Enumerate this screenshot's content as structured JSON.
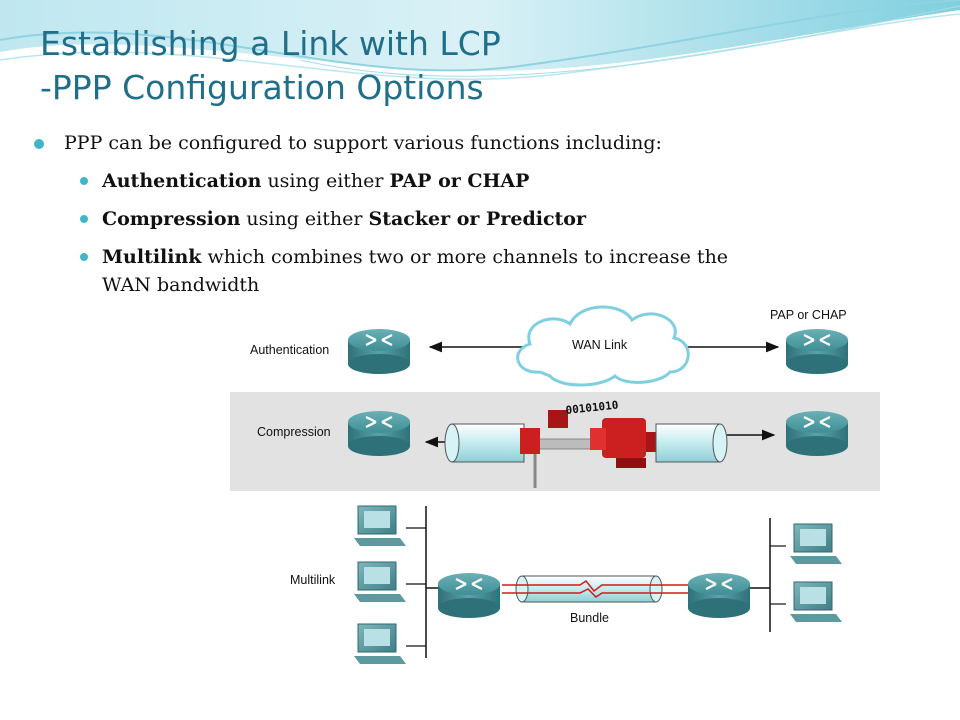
{
  "slide": {
    "title_line1": "Establishing a Link with LCP",
    "title_line2": "-PPP Configuration Options",
    "intro": "PPP can be configured to support various functions including:",
    "items": [
      {
        "term": "Authentication",
        "text": " using either ",
        "term2": "PAP or CHAP"
      },
      {
        "term": "Compression",
        "text": " using either ",
        "term2": "Stacker or Predictor"
      },
      {
        "term": "Multilink",
        "text": " which combines two or more channels to increase the",
        "text2": "WAN bandwidth"
      }
    ]
  },
  "diagram": {
    "authentication_label": "Authentication",
    "wan_link_label": "WAN Link",
    "pap_chap_label": "PAP or CHAP",
    "compression_label": "Compression",
    "bits_label": "00101010",
    "multilink_label": "Multilink",
    "bundle_label": "Bundle"
  },
  "colors": {
    "title": "#1f6f8b",
    "bullet": "#3fb6c8",
    "router": "#3f8f96",
    "compression_band": "#e2e2e2",
    "vise": "#cc1f1f"
  }
}
